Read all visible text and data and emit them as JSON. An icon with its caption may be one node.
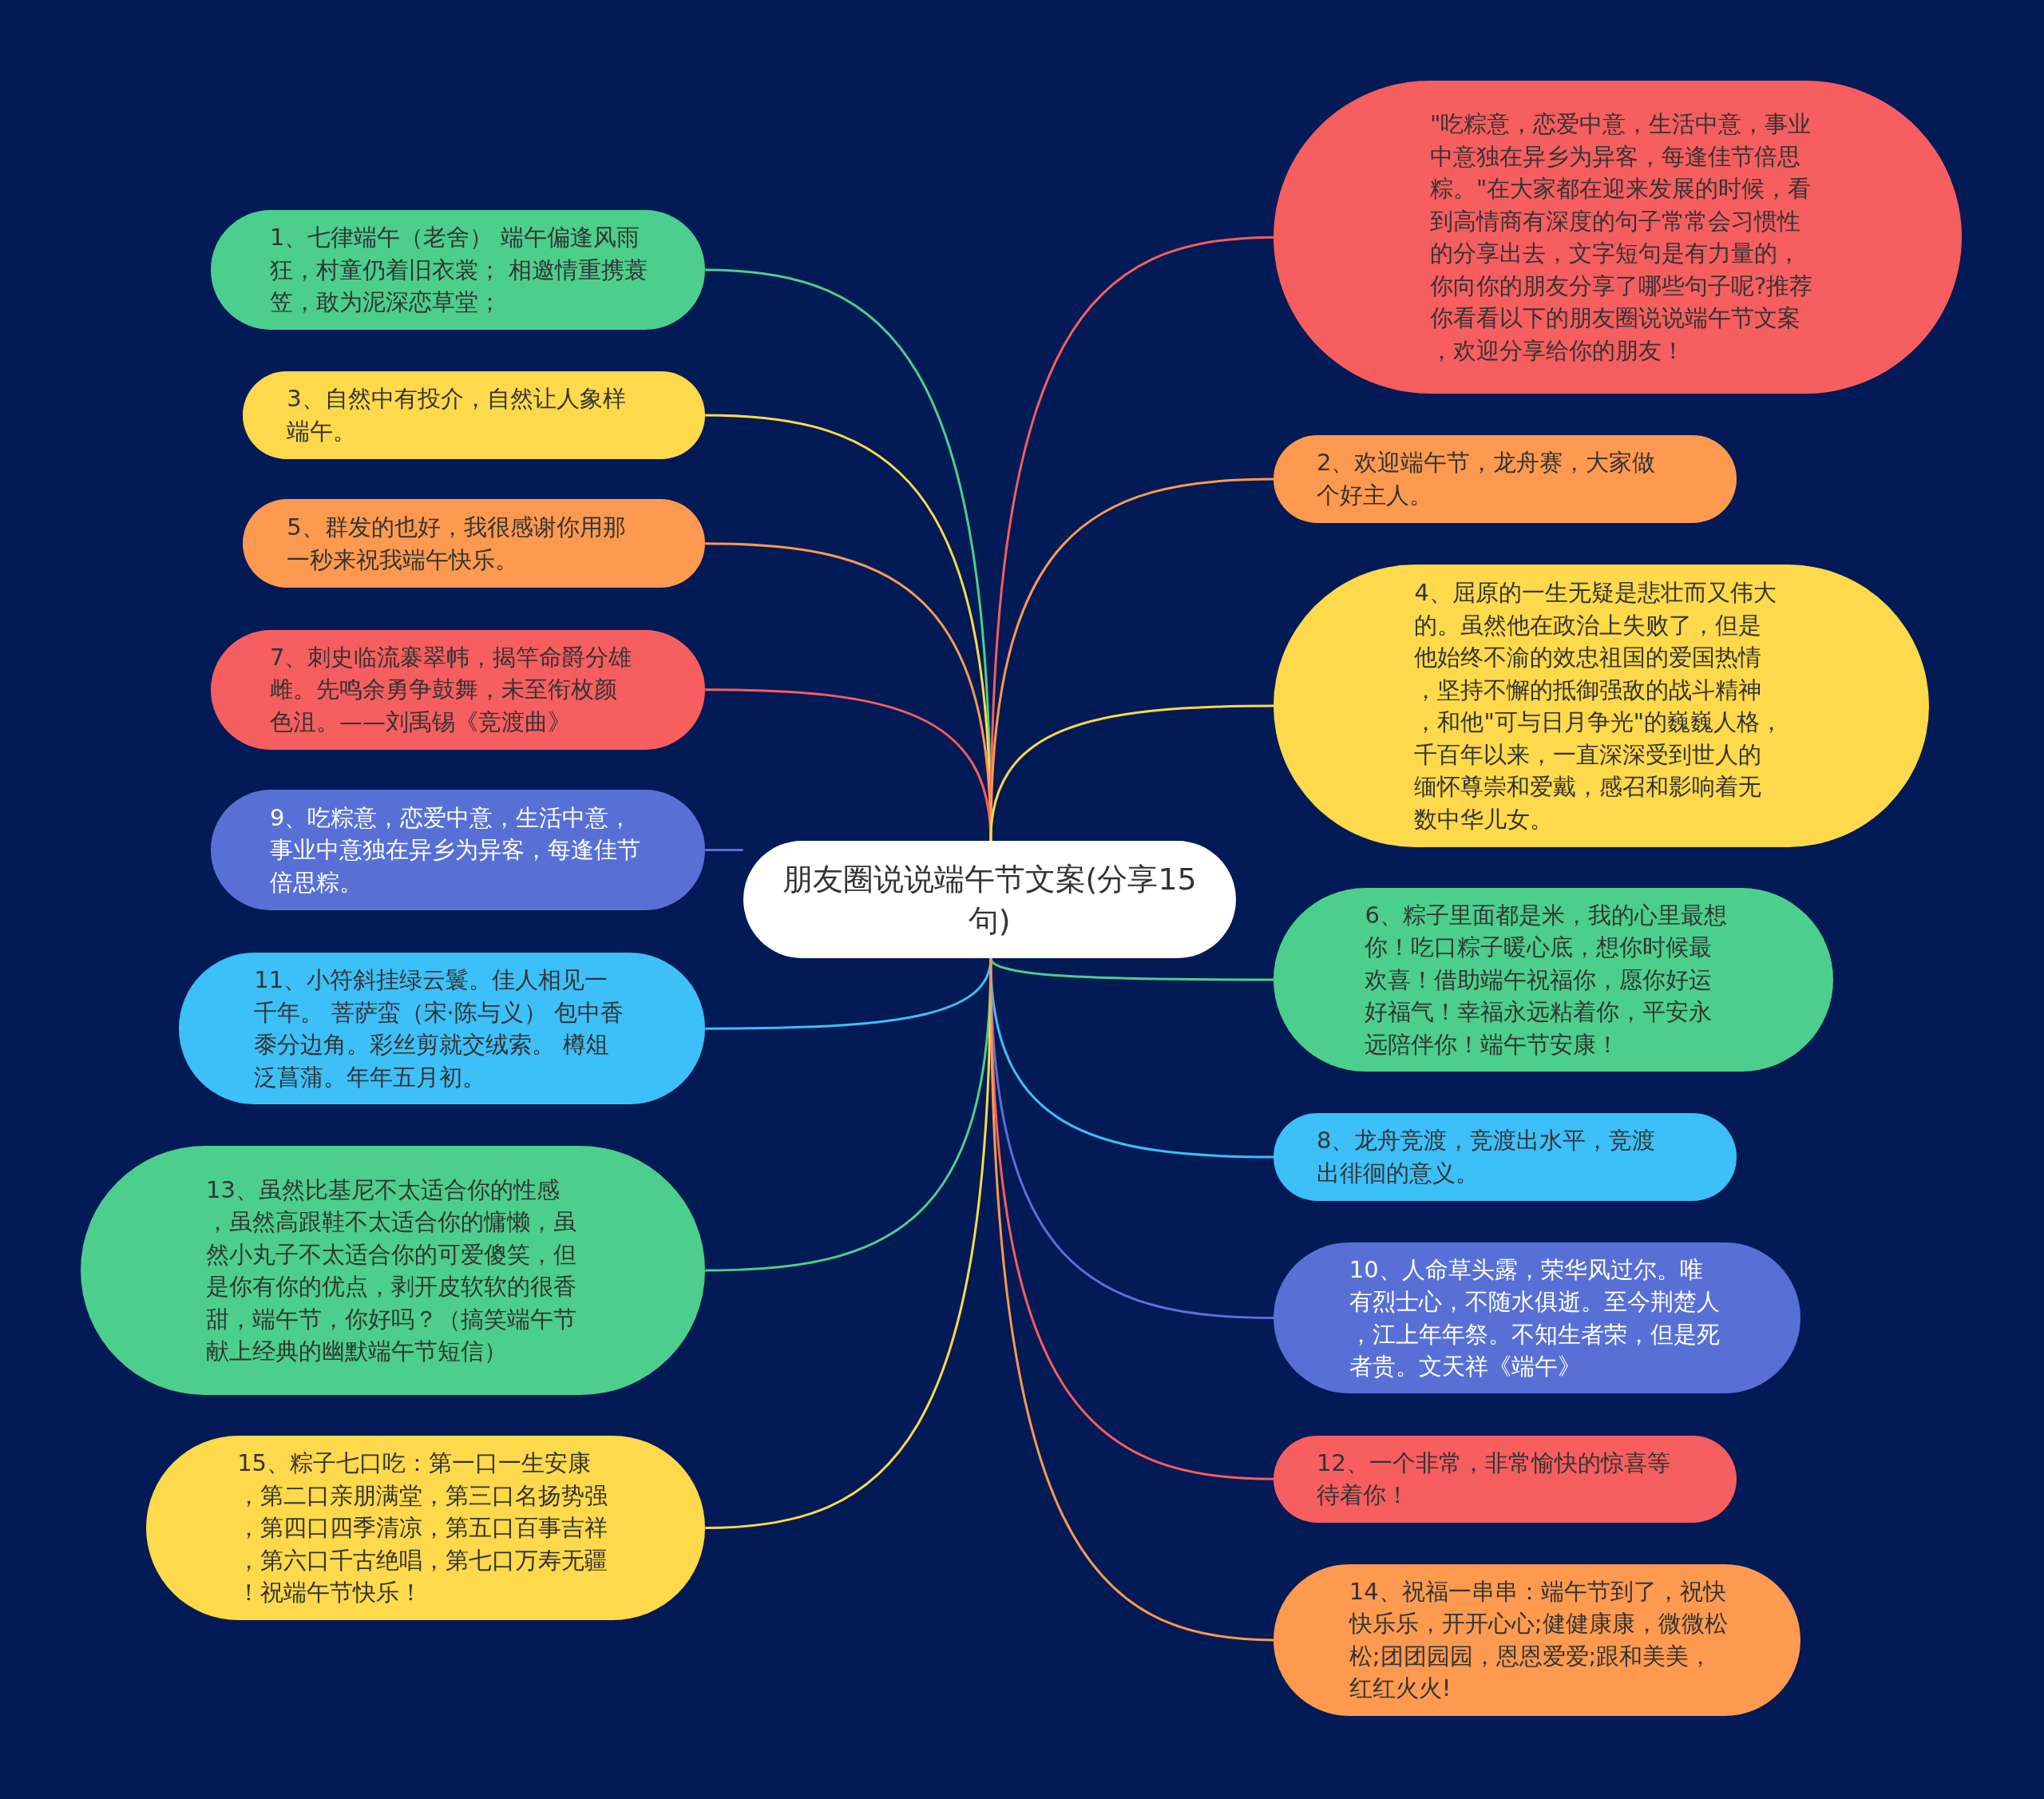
{
  "diagram": {
    "nodes": [
      {
        "text": [
          "朋友圈说说端午节文案(分享15句)"
        ]
      },
      {
        "text": [
          "1、七律端午（老舍） 端午偏逢风雨狂，村童仍着旧衣裳； 相邀情重携蓑笠，敢为泥深恋草堂；"
        ]
      },
      {
        "text": [
          "3、自然中有投介，自然让人象样端午。"
        ]
      },
      {
        "text": [
          "5、群发的也好，我很感谢你用那一秒来祝我端午快乐。"
        ]
      },
      {
        "text": [
          "7、刺史临流褰翠帏，揭竿命爵分雄雌。先鸣余勇争鼓舞，未至衔枚颜色沮。——刘禹锡《竞渡曲》"
        ]
      },
      {
        "text": [
          "9、吃粽意，恋爱中意，生活中意，事业中意独在异乡为异客，每逢佳节倍思粽。"
        ]
      },
      {
        "text": [
          "11、小符斜挂绿云鬟。佳人相见一千年。 菩萨蛮（宋·陈与义） 包中香黍分边角。彩丝剪就交绒索。 樽俎泛菖蒲。年年五月初。"
        ]
      },
      {
        "text": [
          "13、虽然比基尼不太适合你的性感，虽然高跟鞋不太适合你的慵懒，虽然小丸子不太适合你的可爱傻笑，但是你有你的优点，剥开皮软软的很香甜，端午节，你好吗？（搞笑端午节献上经典的幽默端午节短信）"
        ]
      },
      {
        "text": [
          "15、粽子七口吃：第一口一生安康，第二口亲朋满堂，第三口名扬势强，第四口四季清凉，第五口百事吉祥，第六口千古绝唱，第七口万寿无疆！祝端午节快乐！"
        ]
      },
      {
        "text": [
          "\"吃粽意，恋爱中意，生活中意，事业中意独在异乡为异客，每逢佳节倍思粽。\"在大家都在迎来发展的时候，看到高情商有深度的句子常常会习惯性的分享出去，文字短句是有力量的，你向你的朋友分享了哪些句子呢?推荐你看看以下的朋友圈说说端午节文案，欢迎分享给你的朋友！"
        ]
      },
      {
        "text": [
          "2、欢迎端午节，龙舟赛，大家做个好主人。"
        ]
      },
      {
        "text": [
          "4、屈原的一生无疑是悲壮而又伟大的。虽然他在政治上失败了，但是他始终不渝的效忠祖国的爱国热情，坚持不懈的抵御强敌的战斗精神，和他\"可与日月争光\"的巍巍人格，千百年以来，一直深深受到世人的缅怀尊崇和爱戴，感召和影响着无数中华儿女。"
        ]
      },
      {
        "text": [
          "6、粽子里面都是米，我的心里最想你！吃口粽子暖心底，想你时候最欢喜！借助端午祝福你，愿你好运好福气！幸福永远粘着你，平安永远陪伴你！端午节安康！"
        ]
      },
      {
        "text": [
          "8、龙舟竞渡，竞渡出水平，竞渡出徘徊的意义。"
        ]
      },
      {
        "text": [
          "10、人命草头露，荣华风过尔。唯有烈士心，不随水俱逝。至今荆楚人，江上年年祭。不知生者荣，但是死者贵。文天祥《端午》"
        ]
      },
      {
        "text": [
          "12、一个非常，非常愉快的惊喜等待着你！"
        ]
      },
      {
        "text": [
          "14、祝福一串串：端午节到了，祝快快乐乐，开开心心;健健康康，微微松松;团团园园，恩恩爱爱;跟和美美，红红火火!"
        ]
      }
    ],
    "edges": [
      {
        "from": 0,
        "to": 1,
        "arrow": "none",
        "color": "#4ccf8c"
      },
      {
        "from": 0,
        "to": 2,
        "arrow": "none",
        "color": "#fdd94b"
      },
      {
        "from": 0,
        "to": 3,
        "arrow": "none",
        "color": "#fd9a4f"
      },
      {
        "from": 0,
        "to": 4,
        "arrow": "none",
        "color": "#f65e5f"
      },
      {
        "from": 0,
        "to": 5,
        "arrow": "none",
        "color": "#5870d6"
      },
      {
        "from": 0,
        "to": 6,
        "arrow": "none",
        "color": "#3dbff7"
      },
      {
        "from": 0,
        "to": 7,
        "arrow": "none",
        "color": "#4ccf8c"
      },
      {
        "from": 0,
        "to": 8,
        "arrow": "none",
        "color": "#fdd94b"
      },
      {
        "from": 0,
        "to": 9,
        "arrow": "none",
        "color": "#f65e5f"
      },
      {
        "from": 0,
        "to": 10,
        "arrow": "none",
        "color": "#fd9a4f"
      },
      {
        "from": 0,
        "to": 11,
        "arrow": "none",
        "color": "#fdd94b"
      },
      {
        "from": 0,
        "to": 12,
        "arrow": "none",
        "color": "#4ccf8c"
      },
      {
        "from": 0,
        "to": 13,
        "arrow": "none",
        "color": "#3dbff7"
      },
      {
        "from": 0,
        "to": 14,
        "arrow": "none",
        "color": "#5870d6"
      },
      {
        "from": 0,
        "to": 15,
        "arrow": "none",
        "color": "#f65e5f"
      },
      {
        "from": 0,
        "to": 16,
        "arrow": "none",
        "color": "#fd9a4f"
      }
    ]
  }
}
